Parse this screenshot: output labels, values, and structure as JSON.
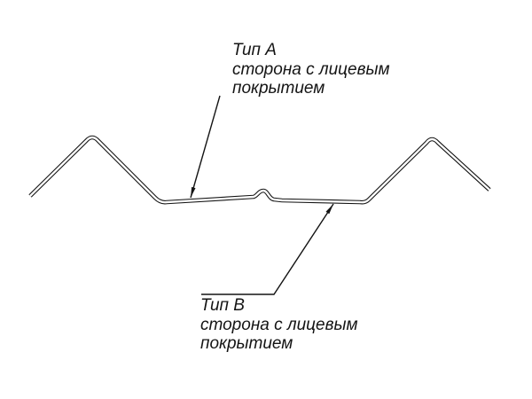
{
  "diagram": {
    "label_a": {
      "title": "Тип А",
      "line1": "сторона с лицевым",
      "line2": "покрытием"
    },
    "label_b": {
      "title": "Тип В",
      "line1": "сторона с лицевым",
      "line2": "покрытием"
    },
    "colors": {
      "line": "#141414",
      "background": "#ffffff"
    }
  }
}
